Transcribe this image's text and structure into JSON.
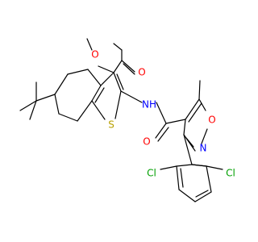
{
  "molecule": {
    "colors": {
      "oxygen": "#ff0000",
      "nitrogen": "#0000ff",
      "sulfur": "#b8a000",
      "chlorine": "#00a000",
      "carbon": "#000000"
    },
    "labels": {
      "o_ester_carbonyl": "O",
      "o_ester_ether": "O",
      "n_amide": "NH",
      "s_thiophene": "S",
      "o_amide": "O",
      "o_isoxazole": "O",
      "n_isoxazole": "N",
      "cl_upper": "Cl",
      "cl_lower": "Cl"
    }
  }
}
